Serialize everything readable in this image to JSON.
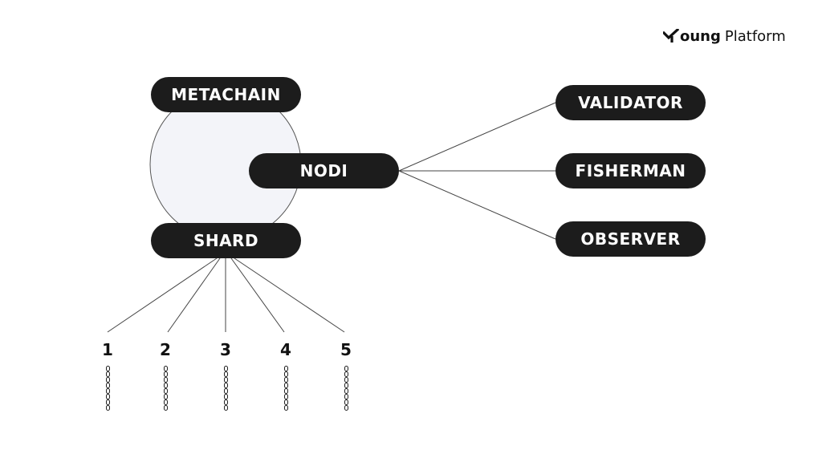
{
  "logo": {
    "word1": "oung",
    "word2": "Platform"
  },
  "nodes": {
    "metachain": "METACHAIN",
    "nodi": "NODI",
    "shard": "SHARD",
    "validator": "VALIDATOR",
    "fisherman": "FISHERMAN",
    "observer": "OBSERVER"
  },
  "shards": [
    {
      "label": "1"
    },
    {
      "label": "2"
    },
    {
      "label": "3"
    },
    {
      "label": "4"
    },
    {
      "label": "5"
    }
  ],
  "colors": {
    "pill": "#1c1c1c",
    "circle_fill": "#f3f4f9",
    "line": "#444444"
  }
}
